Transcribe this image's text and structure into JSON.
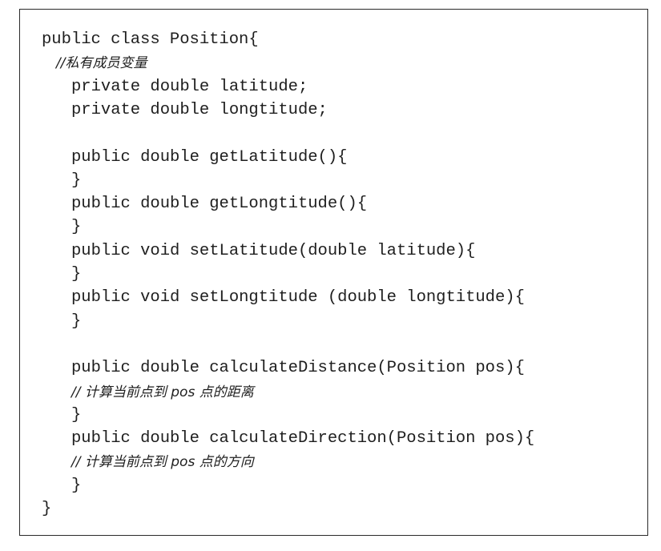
{
  "code_lines": [
    {
      "text": "public class Position{",
      "indent": 0,
      "kind": "code"
    },
    {
      "text": "//私有成员变量",
      "indent": 1,
      "kind": "comment"
    },
    {
      "text": "private double latitude;",
      "indent": 2,
      "kind": "code"
    },
    {
      "text": "private double longtitude;",
      "indent": 2,
      "kind": "code"
    },
    {
      "text": "",
      "indent": 0,
      "kind": "blank"
    },
    {
      "text": "public double getLatitude(){",
      "indent": 2,
      "kind": "code"
    },
    {
      "text": "}",
      "indent": 2,
      "kind": "code"
    },
    {
      "text": "public double getLongtitude(){",
      "indent": 2,
      "kind": "code"
    },
    {
      "text": "}",
      "indent": 2,
      "kind": "code"
    },
    {
      "text": "public void setLatitude(double latitude){",
      "indent": 2,
      "kind": "code"
    },
    {
      "text": "}",
      "indent": 2,
      "kind": "code"
    },
    {
      "text": "public void setLongtitude (double longtitude){",
      "indent": 2,
      "kind": "code"
    },
    {
      "text": "}",
      "indent": 2,
      "kind": "code"
    },
    {
      "text": "",
      "indent": 0,
      "kind": "blank"
    },
    {
      "text": "public double calculateDistance(Position pos){",
      "indent": 2,
      "kind": "code"
    },
    {
      "text": "// 计算当前点到 pos 点的距离",
      "indent": 2,
      "kind": "comment"
    },
    {
      "text": "}",
      "indent": 2,
      "kind": "code"
    },
    {
      "text": "public double calculateDirection(Position pos){",
      "indent": 2,
      "kind": "code"
    },
    {
      "text": "// 计算当前点到 pos 点的方向",
      "indent": 2,
      "kind": "comment"
    },
    {
      "text": "}",
      "indent": 2,
      "kind": "code"
    },
    {
      "text": "}",
      "indent": 0,
      "kind": "code"
    }
  ]
}
